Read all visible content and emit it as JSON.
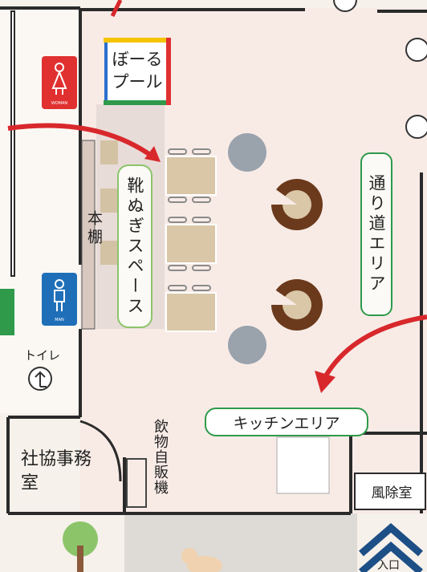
{
  "labels": {
    "ball_pool": "ぼーるプール",
    "shoe_space": "靴ぬぎスペース",
    "bookshelf": "本棚",
    "passage": "通り道エリア",
    "kitchen": "キッチンエリア",
    "toilet": "トイレ",
    "office": "社協事務室",
    "vending": "飲物自販機",
    "windbreak": "風除室",
    "entrance": "入口",
    "woman_sign": "WOMAN",
    "man_sign": "MAN"
  },
  "colors": {
    "wall": "#2a2a2a",
    "floor_pink": "#f7e7e2",
    "green_label": "#2e9a4a",
    "arrow_red": "#d8282c",
    "table": "#d9c7a8",
    "half_circle": "#6b3a1c",
    "stool": "#9aa2ac",
    "women_sign": "#e03030",
    "men_sign": "#1f6fb8",
    "entrance_arrow": "#1c4f86"
  },
  "icons": [
    "women-toilet-icon",
    "men-toilet-icon",
    "toilet-arrow-icon",
    "entrance-arrow-icon",
    "tree-icon",
    "cat-icon"
  ]
}
